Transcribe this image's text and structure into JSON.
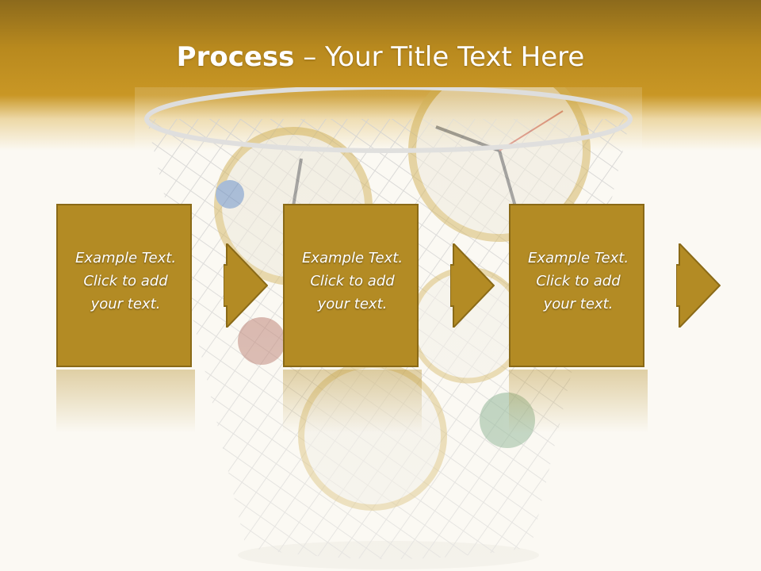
{
  "slide": {
    "title_bold": "Process",
    "title_sep": " – ",
    "title_rest": "Your Title Text Here"
  },
  "steps": [
    {
      "line1": "Example Text.",
      "line2": "Click  to add",
      "line3": "your text."
    },
    {
      "line1": "Example Text.",
      "line2": "Click  to add",
      "line3": "your text."
    },
    {
      "line1": "Example Text.",
      "line2": "Click  to add",
      "line3": "your text."
    }
  ],
  "colors": {
    "accent": "#b38b24",
    "accent_border": "#8a6a17",
    "header_dark": "#8c6a1c",
    "background": "#fbf9f3"
  },
  "icons": [
    "arrow-right-icon",
    "wastebasket-clocks-image"
  ]
}
